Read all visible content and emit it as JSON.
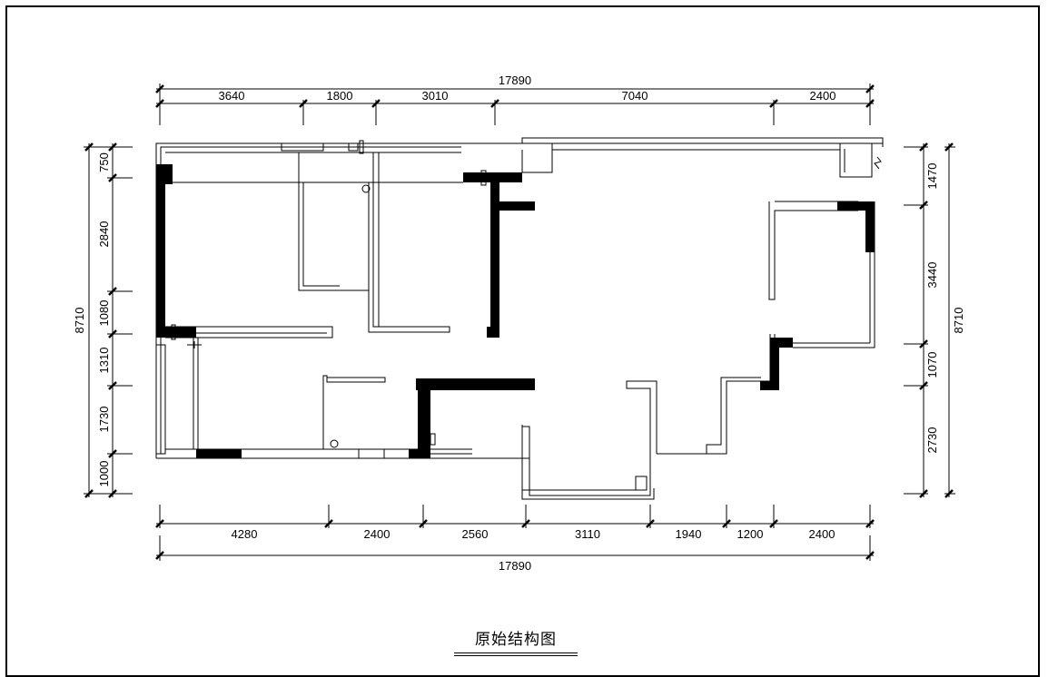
{
  "title": "原始结构图",
  "dimensions": {
    "top_total": "17890",
    "top": [
      "3640",
      "1800",
      "3010",
      "7040",
      "2400"
    ],
    "bottom": [
      "4280",
      "2400",
      "2560",
      "3110",
      "1940",
      "1200",
      "2400"
    ],
    "bottom_total": "17890",
    "left_total": "8710",
    "left": [
      "750",
      "2840",
      "1080",
      "1310",
      "1730",
      "1000"
    ],
    "right_total": "8710",
    "right": [
      "1470",
      "3440",
      "1070",
      "2730"
    ]
  },
  "colors": {
    "line": "#000000",
    "background": "#ffffff"
  }
}
